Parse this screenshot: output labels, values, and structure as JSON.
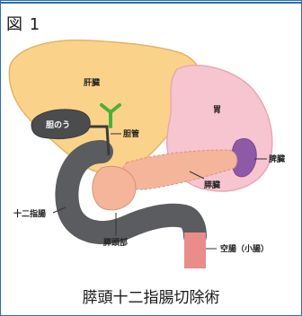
{
  "figure": {
    "label": "図 1",
    "caption": "膵頭十二指腸切除術"
  },
  "labels": {
    "liver": "肝臓",
    "gallbladder": "胆のう",
    "bile_duct": "胆管",
    "stomach": "胃",
    "spleen": "脾臓",
    "pancreas": "膵臓",
    "duodenum": "十二指腸",
    "pancreatic_head": "膵頭部",
    "jejunum": "空腸（小腸）"
  }
}
